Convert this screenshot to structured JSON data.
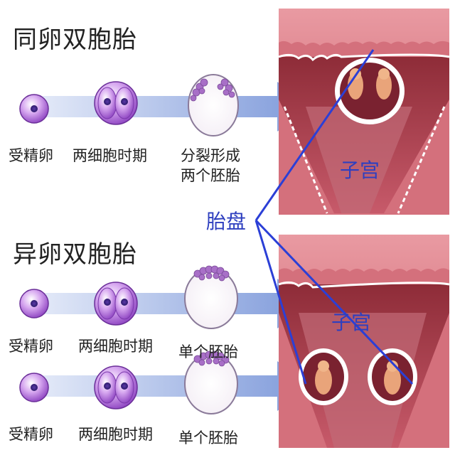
{
  "sections": {
    "identical": {
      "title": "同卵双胞胎",
      "stage_labels": [
        "受精卵",
        "两细胞时期"
      ],
      "split_label_line1": "分裂形成",
      "split_label_line2": "两个胚胎",
      "uterus_label": "子宫"
    },
    "fraternal": {
      "title": "异卵双胞胎",
      "row1_labels": [
        "受精卵",
        "两细胞时期",
        "单个胚胎"
      ],
      "row2_labels": [
        "受精卵",
        "两细胞时期",
        "单个胚胎"
      ],
      "uterus_label": "子宫"
    }
  },
  "placenta_label": "胎盘",
  "colors": {
    "arrow": "#6f8ed6",
    "pointer_line": "#2b3fd6",
    "uterus_wall": "#c94a5a",
    "uterus_inner": "#a83442",
    "cell": "#9b4fc9"
  }
}
